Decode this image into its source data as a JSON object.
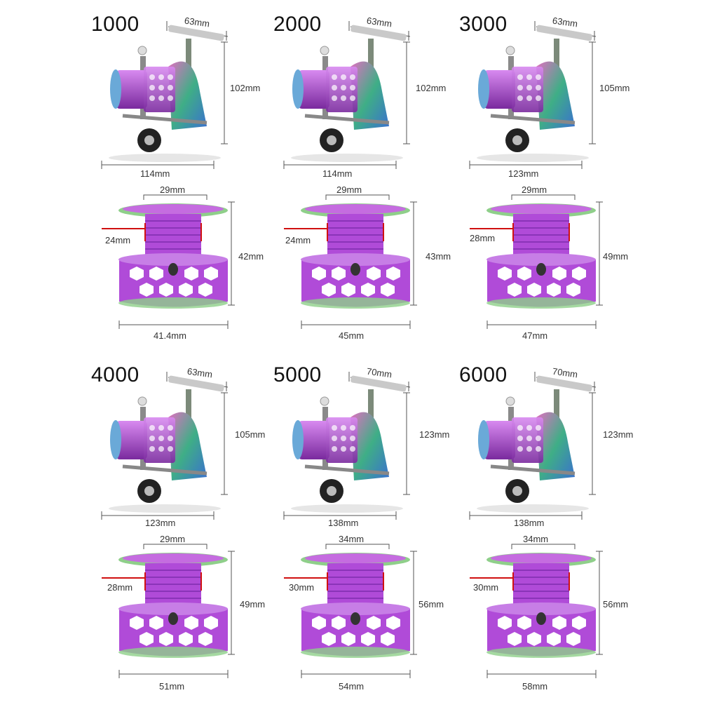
{
  "reels": [
    {
      "model": "1000",
      "handle": "63mm",
      "height": "102mm",
      "length": "114mm",
      "spool": {
        "top": "29mm",
        "line": "24mm",
        "height": "42mm",
        "width": "41.4mm"
      }
    },
    {
      "model": "2000",
      "handle": "63mm",
      "height": "102mm",
      "length": "114mm",
      "spool": {
        "top": "29mm",
        "line": "24mm",
        "height": "43mm",
        "width": "45mm"
      }
    },
    {
      "model": "3000",
      "handle": "63mm",
      "height": "105mm",
      "length": "123mm",
      "spool": {
        "top": "29mm",
        "line": "28mm",
        "height": "49mm",
        "width": "47mm"
      }
    },
    {
      "model": "4000",
      "handle": "63mm",
      "height": "105mm",
      "length": "123mm",
      "spool": {
        "top": "29mm",
        "line": "28mm",
        "height": "49mm",
        "width": "51mm"
      }
    },
    {
      "model": "5000",
      "handle": "70mm",
      "height": "123mm",
      "length": "138mm",
      "spool": {
        "top": "34mm",
        "line": "30mm",
        "height": "56mm",
        "width": "54mm"
      }
    },
    {
      "model": "6000",
      "handle": "70mm",
      "height": "123mm",
      "length": "138mm",
      "spool": {
        "top": "34mm",
        "line": "30mm",
        "height": "56mm",
        "width": "58mm"
      }
    }
  ],
  "colors": {
    "spool": "#b04bd8",
    "spool_dark": "#7a2a9e",
    "rim": "#8fcf8a",
    "reel_body": "#3fae86",
    "dim_line": "#555555",
    "line_mark": "#d01010"
  }
}
